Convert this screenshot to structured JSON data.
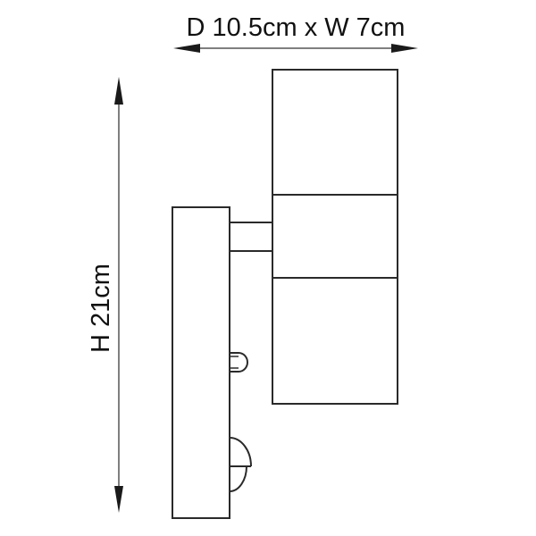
{
  "diagram": {
    "subject": "wall light with PIR sensor, side elevation",
    "dimensions": {
      "width_depth_label": "D 10.5cm x W 7cm",
      "height_label": "H 21cm"
    },
    "parts": [
      {
        "id": "backplate",
        "label": "Wall backplate"
      },
      {
        "id": "arm",
        "label": "Connecting arm"
      },
      {
        "id": "lamp-head",
        "label": "Cylindrical lamp head"
      },
      {
        "id": "small-sensor",
        "label": "Small sensor/indicator"
      },
      {
        "id": "pir-sensor",
        "label": "PIR motion sensor"
      }
    ],
    "colors": {
      "line": "#2a2a2a",
      "arrow": "#1a1a1a",
      "dim_line": "#555555",
      "background": "#ffffff"
    }
  }
}
